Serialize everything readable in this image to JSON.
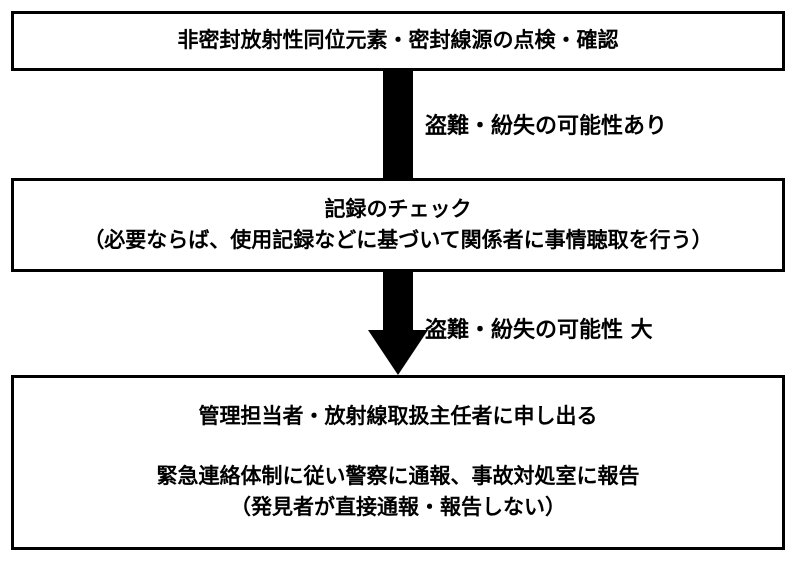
{
  "flow": {
    "step1": {
      "text": "非密封放射性同位元素・密封線源の点検・確認"
    },
    "condition1": "盗難・紛失の可能性あり",
    "step2": {
      "line1": "記録のチェック",
      "line2": "（必要ならば、使用記録などに基づいて関係者に事情聴取を行う）"
    },
    "condition2": "盗難・紛失の可能性 大",
    "step3": {
      "line1": "管理担当者・放射線取扱主任者に申し出る",
      "line2": "緊急連絡体制に従い警察に通報、事故対処室に報告",
      "line3": "（発見者が直接通報・報告しない）"
    }
  },
  "colors": {
    "stroke": "#000000",
    "background": "#ffffff"
  }
}
